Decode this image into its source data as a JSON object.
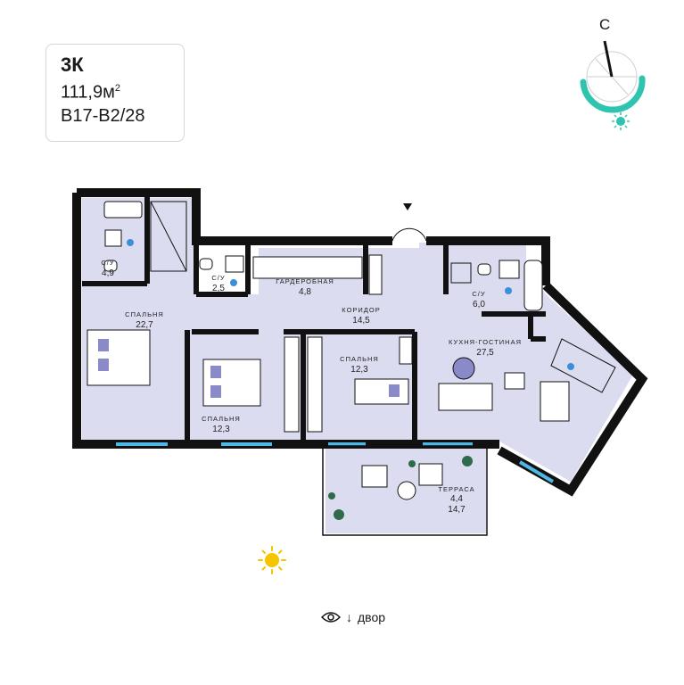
{
  "apartment": {
    "type": "3К",
    "area": "111,9м",
    "area_unit_sup": "2",
    "code": "В17-В2/28"
  },
  "compass": {
    "north_label": "С",
    "icon": "sun-icon"
  },
  "rooms": [
    {
      "id": "bath-1",
      "label": "С/У",
      "area": "4,9"
    },
    {
      "id": "bath-2",
      "label": "С/У",
      "area": "2,5"
    },
    {
      "id": "wardrobe",
      "label": "ГАРДЕРОБНАЯ",
      "area": "4,8"
    },
    {
      "id": "bath-3",
      "label": "С/У",
      "area": "6,0"
    },
    {
      "id": "bedroom-1",
      "label": "СПАЛЬНЯ",
      "area": "22,7"
    },
    {
      "id": "corridor",
      "label": "КОРИДОР",
      "area": "14,5"
    },
    {
      "id": "bedroom-2",
      "label": "СПАЛЬНЯ",
      "area": "12,3"
    },
    {
      "id": "bedroom-3",
      "label": "СПАЛЬНЯ",
      "area": "12,3"
    },
    {
      "id": "kitchen",
      "label": "КУХНЯ-ГОСТИНАЯ",
      "area": "27,5"
    },
    {
      "id": "terrace",
      "label": "ТЕРРАСА",
      "area": "4,4",
      "area2": "14,7"
    }
  ],
  "view": {
    "icon": "eye-icon",
    "arrow": "↓",
    "text": "двор"
  },
  "colors": {
    "room_fill": "#dcdcf0",
    "wall": "#111111",
    "window": "#4fb7e6",
    "accent": "#2ec4b0",
    "sun": "#f6c500",
    "water": "#3b8fd9"
  }
}
